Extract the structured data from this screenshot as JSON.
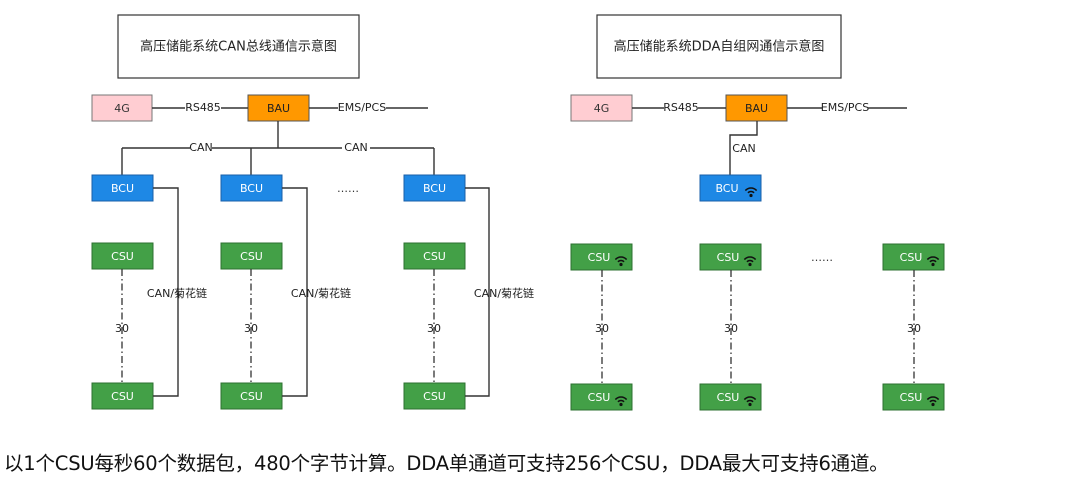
{
  "left_diagram": {
    "title": "高压储能系统CAN总线通信示意图",
    "modem": "4G",
    "rs485_label": "RS485",
    "bau": "BAU",
    "ems_label": "EMS/PCS",
    "can_label_1": "CAN",
    "can_label_2": "CAN",
    "bcu": "BCU",
    "csu": "CSU",
    "count": "30",
    "daisy_label": "CAN/菊花链",
    "ellipsis": "……"
  },
  "right_diagram": {
    "title": "高压储能系统DDA自组网通信示意图",
    "modem": "4G",
    "rs485_label": "RS485",
    "bau": "BAU",
    "ems_label": "EMS/PCS",
    "can_label": "CAN",
    "bcu": "BCU",
    "csu": "CSU",
    "count": "30",
    "ellipsis": "……"
  },
  "colors": {
    "modem_fill": "#ffcdd2",
    "bau_fill": "#ff9800",
    "bcu_fill": "#1e88e5",
    "csu_fill": "#43a047",
    "line": "#333333"
  },
  "icons": {
    "wireless": "wifi-icon"
  },
  "caption": "以1个CSU每秒60个数据包，480个字节计算。DDA单通道可支持256个CSU，DDA最大可支持6通道。"
}
